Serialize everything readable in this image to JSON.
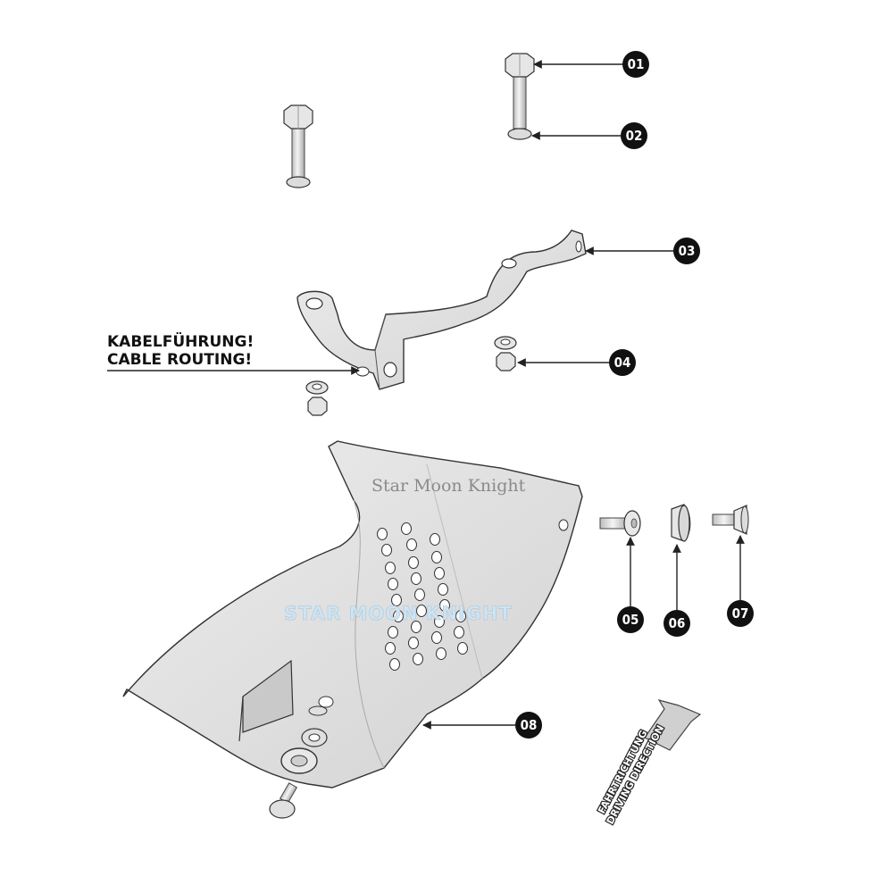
{
  "note": {
    "line1": "KABELFÜHRUNG!",
    "line2": "CABLE ROUTING!"
  },
  "watermarks": {
    "script": "Star Moon Knight",
    "bold": "STAR MOON KNIGHT"
  },
  "direction": {
    "line1": "FAHRTRICHTUNG",
    "line2": "DRIVING DIRECTION"
  },
  "callouts": [
    {
      "id": "01",
      "part": "hex-bolt"
    },
    {
      "id": "02",
      "part": "washer"
    },
    {
      "id": "03",
      "part": "mounting-bracket"
    },
    {
      "id": "04",
      "part": "nut-and-washer"
    },
    {
      "id": "05",
      "part": "button-head-screw"
    },
    {
      "id": "06",
      "part": "rubber-bushing"
    },
    {
      "id": "07",
      "part": "countersunk-screw"
    },
    {
      "id": "08",
      "part": "skid-plate"
    }
  ],
  "colors": {
    "metal": "#e2e2e2",
    "metal_dark": "#b9b9b9",
    "outline": "#333333",
    "callout": "#111111"
  }
}
